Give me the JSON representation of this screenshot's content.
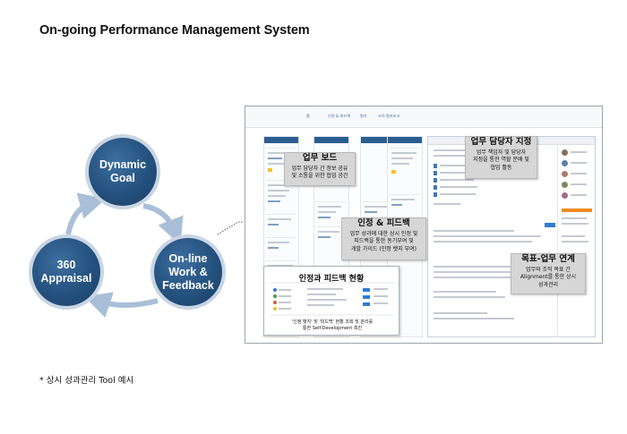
{
  "title": "On-going Performance Management System",
  "cycle": {
    "nodes": [
      {
        "id": "goal",
        "line1": "Dynamic",
        "line2": "Goal"
      },
      {
        "id": "work",
        "line1": "On-line",
        "line2": "Work &",
        "line3": "Feedback"
      },
      {
        "id": "appraisal",
        "line1": "360",
        "line2": "Appraisal"
      }
    ]
  },
  "tool": {
    "nav": [
      "홈",
      "인정 & 피드백",
      "평가",
      "조직 평가보고"
    ],
    "callouts": {
      "board": {
        "title": "업무 보드",
        "line1": "업무 담당자 간 정보 공유",
        "line2": "및 소통을 위한 협업 공간"
      },
      "assignee": {
        "title": "업무 담당자 지정",
        "line1": "업무 책임자 및 담당자",
        "line2": "지정을 통한 역할 분배 및",
        "line3": "협업 활동"
      },
      "feedback": {
        "title": "인정 & 피드백",
        "line1": "업무 성과에 대한 상시 인정 및",
        "line2": "피드백을 통한 동기부여 및",
        "line3": "개발 가이드 (인정 뱃지 부여)"
      },
      "alignment": {
        "title": "목표-업무 연계",
        "line1": "업무와 조직 목표 간",
        "line2": "Alignment를 통한 상시",
        "line3": "성과관리"
      }
    },
    "panel": {
      "title": "인정과 피드백 현황",
      "line1": "'인정 뱃지' 및 '피드백' 현황 조회 및 관리를",
      "line2": "통한 Self-Development 촉진"
    }
  },
  "footnote": "* 상시 성과관리 Tool 예시",
  "colors": {
    "node_fill": "#24517e",
    "node_ring": "#c9d5e3",
    "arrow": "#a9bfd7",
    "accent": "#2b5d91",
    "callout": "#d6d6d6"
  }
}
